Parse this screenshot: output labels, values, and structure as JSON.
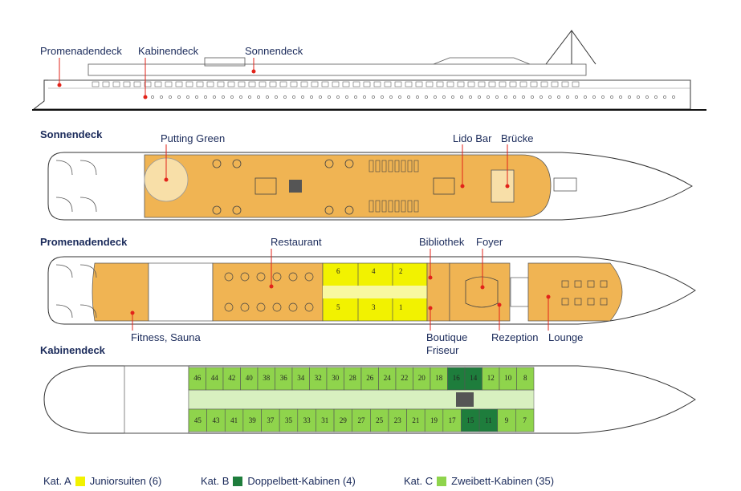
{
  "colors": {
    "kat_a": "#f2f200",
    "kat_b": "#1e7d3c",
    "kat_c": "#8fd44c",
    "sundeck": "#f0b453",
    "pin": "#e2231a",
    "label": "#1a2a5a"
  },
  "side_view": {
    "labels": [
      "Promenadendeck",
      "Kabinendeck",
      "Sonnendeck"
    ]
  },
  "sonnendeck": {
    "title": "Sonnendeck",
    "labels": {
      "putting_green": "Putting Green",
      "lido_bar": "Lido Bar",
      "bruecke": "Brücke"
    }
  },
  "promenadendeck": {
    "title": "Promenadendeck",
    "labels": {
      "restaurant": "Restaurant",
      "bibliothek": "Bibliothek",
      "foyer": "Foyer",
      "fitness": "Fitness, Sauna",
      "boutique": "Boutique",
      "friseur": "Friseur",
      "rezeption": "Rezeption",
      "lounge": "Lounge"
    },
    "suites_top": [
      "6",
      "4",
      "2"
    ],
    "suites_bottom": [
      "5",
      "3",
      "1"
    ]
  },
  "kabinendeck": {
    "title": "Kabinendeck",
    "cabins_top": [
      "46",
      "44",
      "42",
      "40",
      "38",
      "36",
      "34",
      "32",
      "30",
      "28",
      "26",
      "24",
      "22",
      "20",
      "18",
      "16",
      "14",
      "12",
      "10",
      "8"
    ],
    "cabins_bottom": [
      "45",
      "43",
      "41",
      "39",
      "37",
      "35",
      "33",
      "31",
      "29",
      "27",
      "25",
      "23",
      "21",
      "19",
      "17",
      "15",
      "11",
      "9",
      "7"
    ],
    "kat_b_cabins": [
      "16",
      "14",
      "15",
      "11"
    ]
  },
  "legend": [
    {
      "kat": "Kat. A",
      "text": "Juniorsuiten (6)",
      "color": "#f2f200"
    },
    {
      "kat": "Kat. B",
      "text": "Doppelbett-Kabinen (4)",
      "color": "#1e7d3c"
    },
    {
      "kat": "Kat. C",
      "text": "Zweibett-Kabinen (35)",
      "color": "#8fd44c"
    }
  ]
}
